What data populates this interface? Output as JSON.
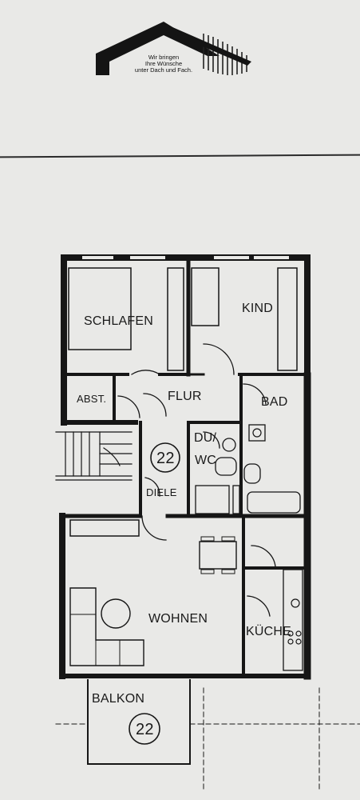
{
  "logo": {
    "line1": "Wir bringen",
    "line2": "Ihre Wünsche",
    "line3": "unter Dach und Fach."
  },
  "rooms": {
    "schlafen": "SCHLAFEN",
    "kind": "KIND",
    "abst": "ABST.",
    "flur": "FLUR",
    "bad": "BAD",
    "du_line1": "DU/",
    "du_line2": "WC",
    "diele": "DIELE",
    "wohnen": "WOHNEN",
    "kuche": "KÜCHE",
    "balkon": "BALKON"
  },
  "numbers": {
    "apartment": "22",
    "balcony": "22"
  },
  "colors": {
    "paper": "#e9e9e7",
    "wall": "#161616"
  }
}
